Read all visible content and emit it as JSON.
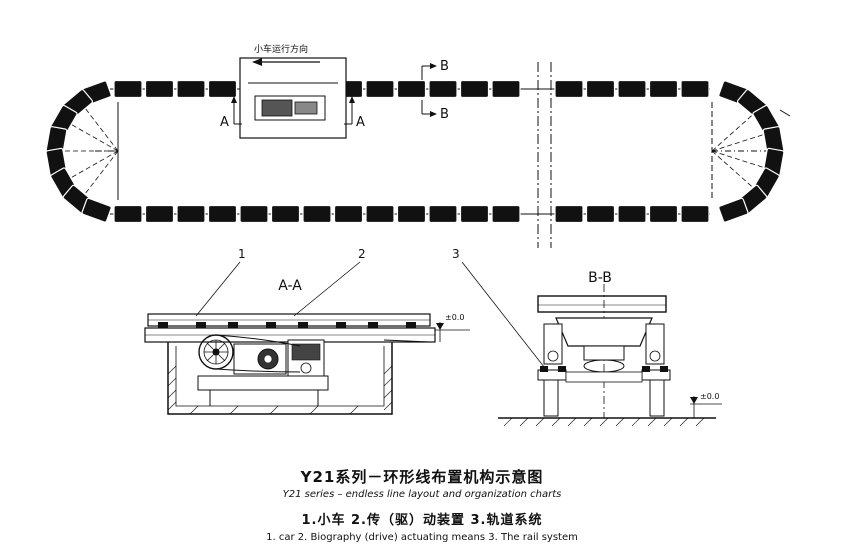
{
  "diagram": {
    "direction_label": "小车运行方向",
    "section_a": "A",
    "section_b": "B",
    "view_aa_title": "A-A",
    "view_bb_title": "B-B",
    "callouts": [
      "1",
      "2",
      "3"
    ],
    "level_mark": "±0.0"
  },
  "captions": {
    "title_cn": "Y21系列－环形线布置机构示意图",
    "title_en": "Y21 series – endless line layout and organization charts",
    "legend_cn": "1.小车 2.传（驱）动装置 3.轨道系统",
    "legend_en": "1. car 2. Biography (drive) actuating means 3. The rail system"
  }
}
